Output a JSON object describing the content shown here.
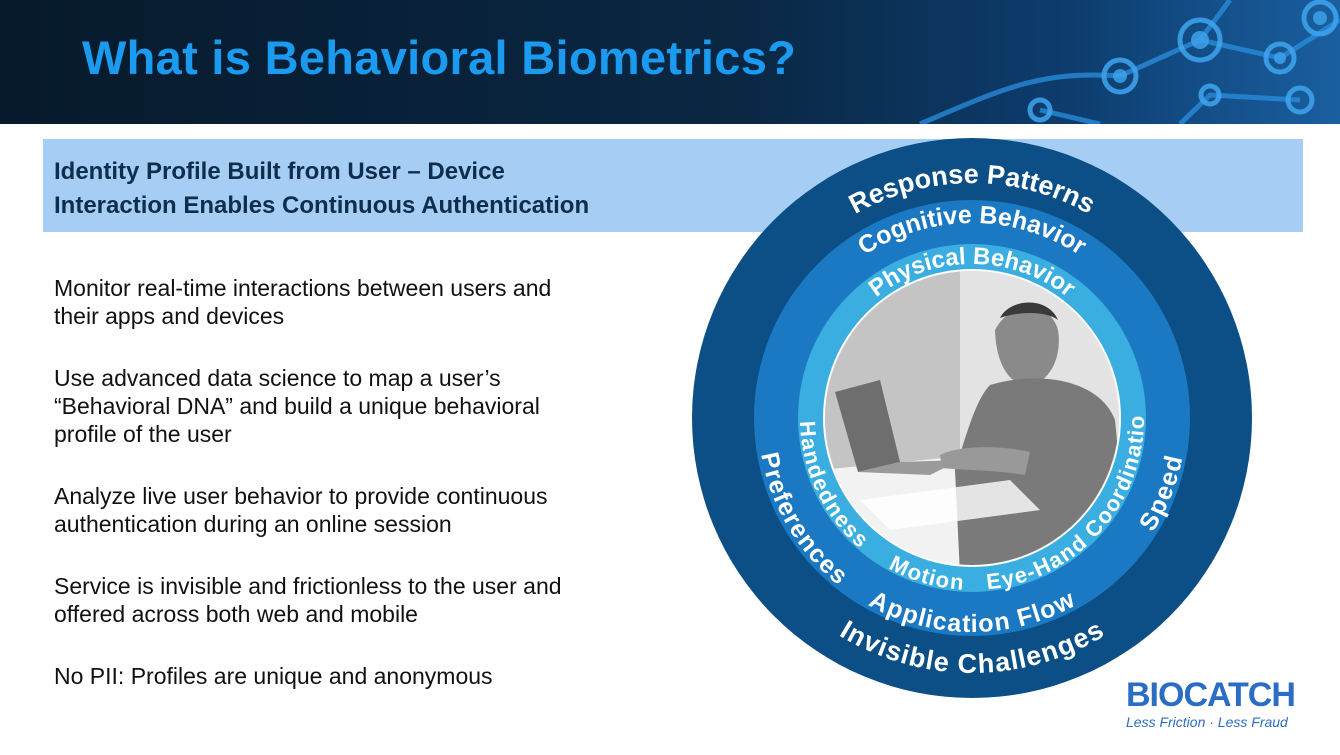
{
  "slide": {
    "title": "What is Behavioral Biometrics?",
    "banner_line1": "Identity Profile Built from User – Device",
    "banner_line2": "Interaction Enables Continuous Authentication"
  },
  "bullets": [
    {
      "line1": "Monitor real-time interactions between users and",
      "line2": "their apps and devices"
    },
    {
      "line1": "Use advanced data science to map a user’s",
      "line2": "“Behavioral DNA” and build a unique behavioral",
      "line3": "profile of the user"
    },
    {
      "line1": "Analyze live user behavior to provide continuous",
      "line2": "authentication during an online session"
    },
    {
      "line1": "Service is invisible and frictionless to the user and",
      "line2": "offered across both web and mobile"
    },
    {
      "line1": "No PII: Profiles are unique and anonymous"
    }
  ],
  "diagram": {
    "outer_top": "Response Patterns",
    "outer_bottom": "Invisible Challenges",
    "middle_top": "Cognitive Behavior",
    "middle_bottom": "Application Flow",
    "middle_left": "Preferences",
    "middle_right": "Speed",
    "inner_top": "Physical Behavior",
    "inner_left": "Handedness",
    "inner_bottom": "Motion",
    "inner_right": "Eye-Hand Coordination",
    "colors": {
      "outer": "#0b4f86",
      "middle": "#1b78c2",
      "inner": "#3aaee0",
      "banner": "#a6cef5",
      "title": "#1a9bf0"
    }
  },
  "logo": {
    "brand": "BIOCATCH",
    "tagline": "Less Friction · Less Fraud"
  }
}
